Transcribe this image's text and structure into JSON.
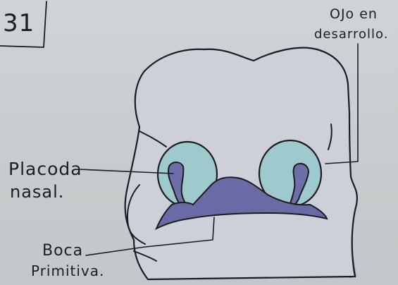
{
  "page_number": "31",
  "labels": {
    "eye_line1": "OJo en",
    "eye_line2": "desarrollo.",
    "nasal_line1": "Placoda",
    "nasal_line2": "nasal.",
    "mouth_line1": "Boca",
    "mouth_line2": "Primitiva."
  },
  "colors": {
    "paper": "#c9cfd0",
    "ink": "#1c1c20",
    "face": "#cdd0d8",
    "side_shade": "#6f77b8",
    "eye_fill": "#9ec9cd",
    "placode_fill": "#6c6fa8",
    "mouth_fill": "#6a6aa6"
  }
}
